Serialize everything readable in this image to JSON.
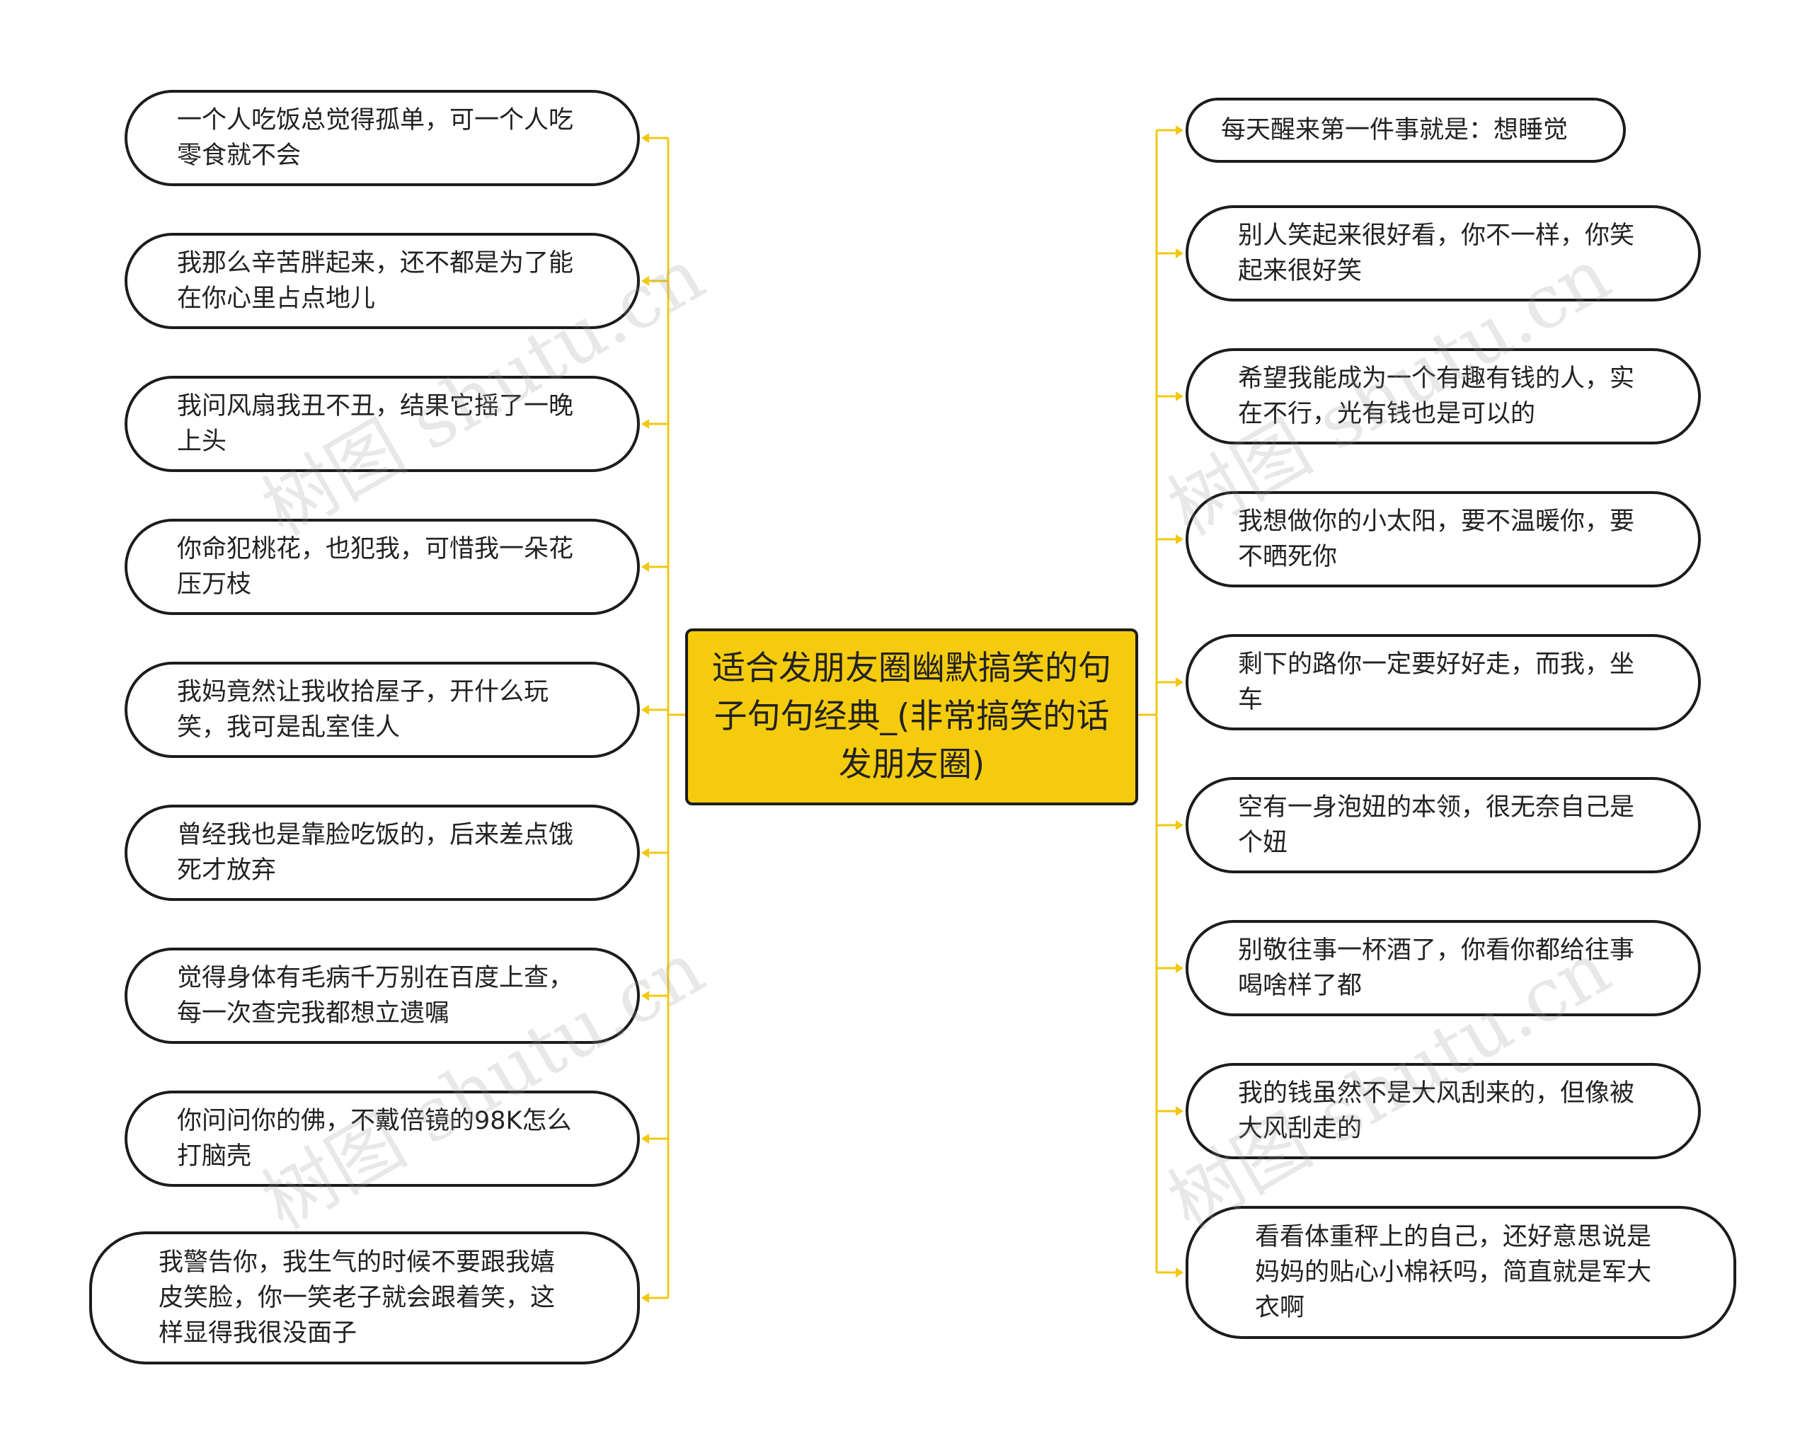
{
  "title": "适合发朋友圈幽默搞笑的句子句句经典_(非常搞笑的话发朋友圈)",
  "colors": {
    "center_fill": "#f5cb0d",
    "connector": "#f2c811",
    "node_border": "#1c1c1c"
  },
  "left_items": [
    {
      "text": "一个人吃饭总觉得孤单，可一个人吃零食就不会"
    },
    {
      "text": "我那么辛苦胖起来，还不都是为了能在你心里占点地儿"
    },
    {
      "text": "我问风扇我丑不丑，结果它摇了一晚上头"
    },
    {
      "text": "你命犯桃花，也犯我，可惜我一朵花压万枝"
    },
    {
      "text": "我妈竟然让我收拾屋子，开什么玩笑，我可是乱室佳人"
    },
    {
      "text": "曾经我也是靠脸吃饭的，后来差点饿死才放弃"
    },
    {
      "text": "觉得身体有毛病千万别在百度上查，每一次查完我都想立遗嘱"
    },
    {
      "text": "你问问你的佛，不戴倍镜的98K怎么打脑壳"
    },
    {
      "text": "我警告你，我生气的时候不要跟我嬉皮笑脸，你一笑老子就会跟着笑，这样显得我很没面子"
    }
  ],
  "right_items": [
    {
      "text": "每天醒来第一件事就是：想睡觉"
    },
    {
      "text": "别人笑起来很好看，你不一样，你笑起来很好笑"
    },
    {
      "text": "希望我能成为一个有趣有钱的人，实在不行，光有钱也是可以的"
    },
    {
      "text": "我想做你的小太阳，要不温暖你，要不晒死你"
    },
    {
      "text": "剩下的路你一定要好好走，而我，坐车"
    },
    {
      "text": "空有一身泡妞的本领，很无奈自己是个妞"
    },
    {
      "text": "别敬往事一杯酒了，你看你都给往事喝啥样了都"
    },
    {
      "text": "我的钱虽然不是大风刮来的，但像被大风刮走的"
    },
    {
      "text": "看看体重秤上的自己，还好意思说是妈妈的贴心小棉袄吗，简直就是军大衣啊"
    }
  ],
  "watermark": "树图 shutu.cn"
}
